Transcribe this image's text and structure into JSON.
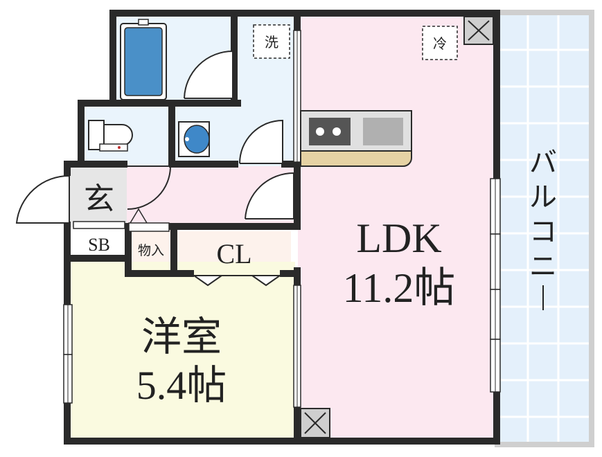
{
  "rooms": {
    "ldk": {
      "name": "LDK",
      "size": "11.2帖"
    },
    "western": {
      "name": "洋室",
      "size": "5.4帖"
    },
    "closet": "CL",
    "storage": "物入",
    "shoe_box": "SB",
    "entrance": "玄",
    "balcony": [
      "バ",
      "ル",
      "コ",
      "ニ",
      "ー"
    ]
  },
  "fixtures": {
    "washer": "洗",
    "fridge": "冷"
  },
  "colors": {
    "wall": "#2a2a2a",
    "ldk_floor": "#fce8f0",
    "western_floor": "#fafae0",
    "wet_area_floor": "#eaf4fc",
    "hall_floor": "#fce8f0",
    "closet_floor": "#fdf2ec",
    "balcony_floor": "#e4f0fb",
    "bathtub": "#4a90c8",
    "counter": "#e6d2a4"
  }
}
